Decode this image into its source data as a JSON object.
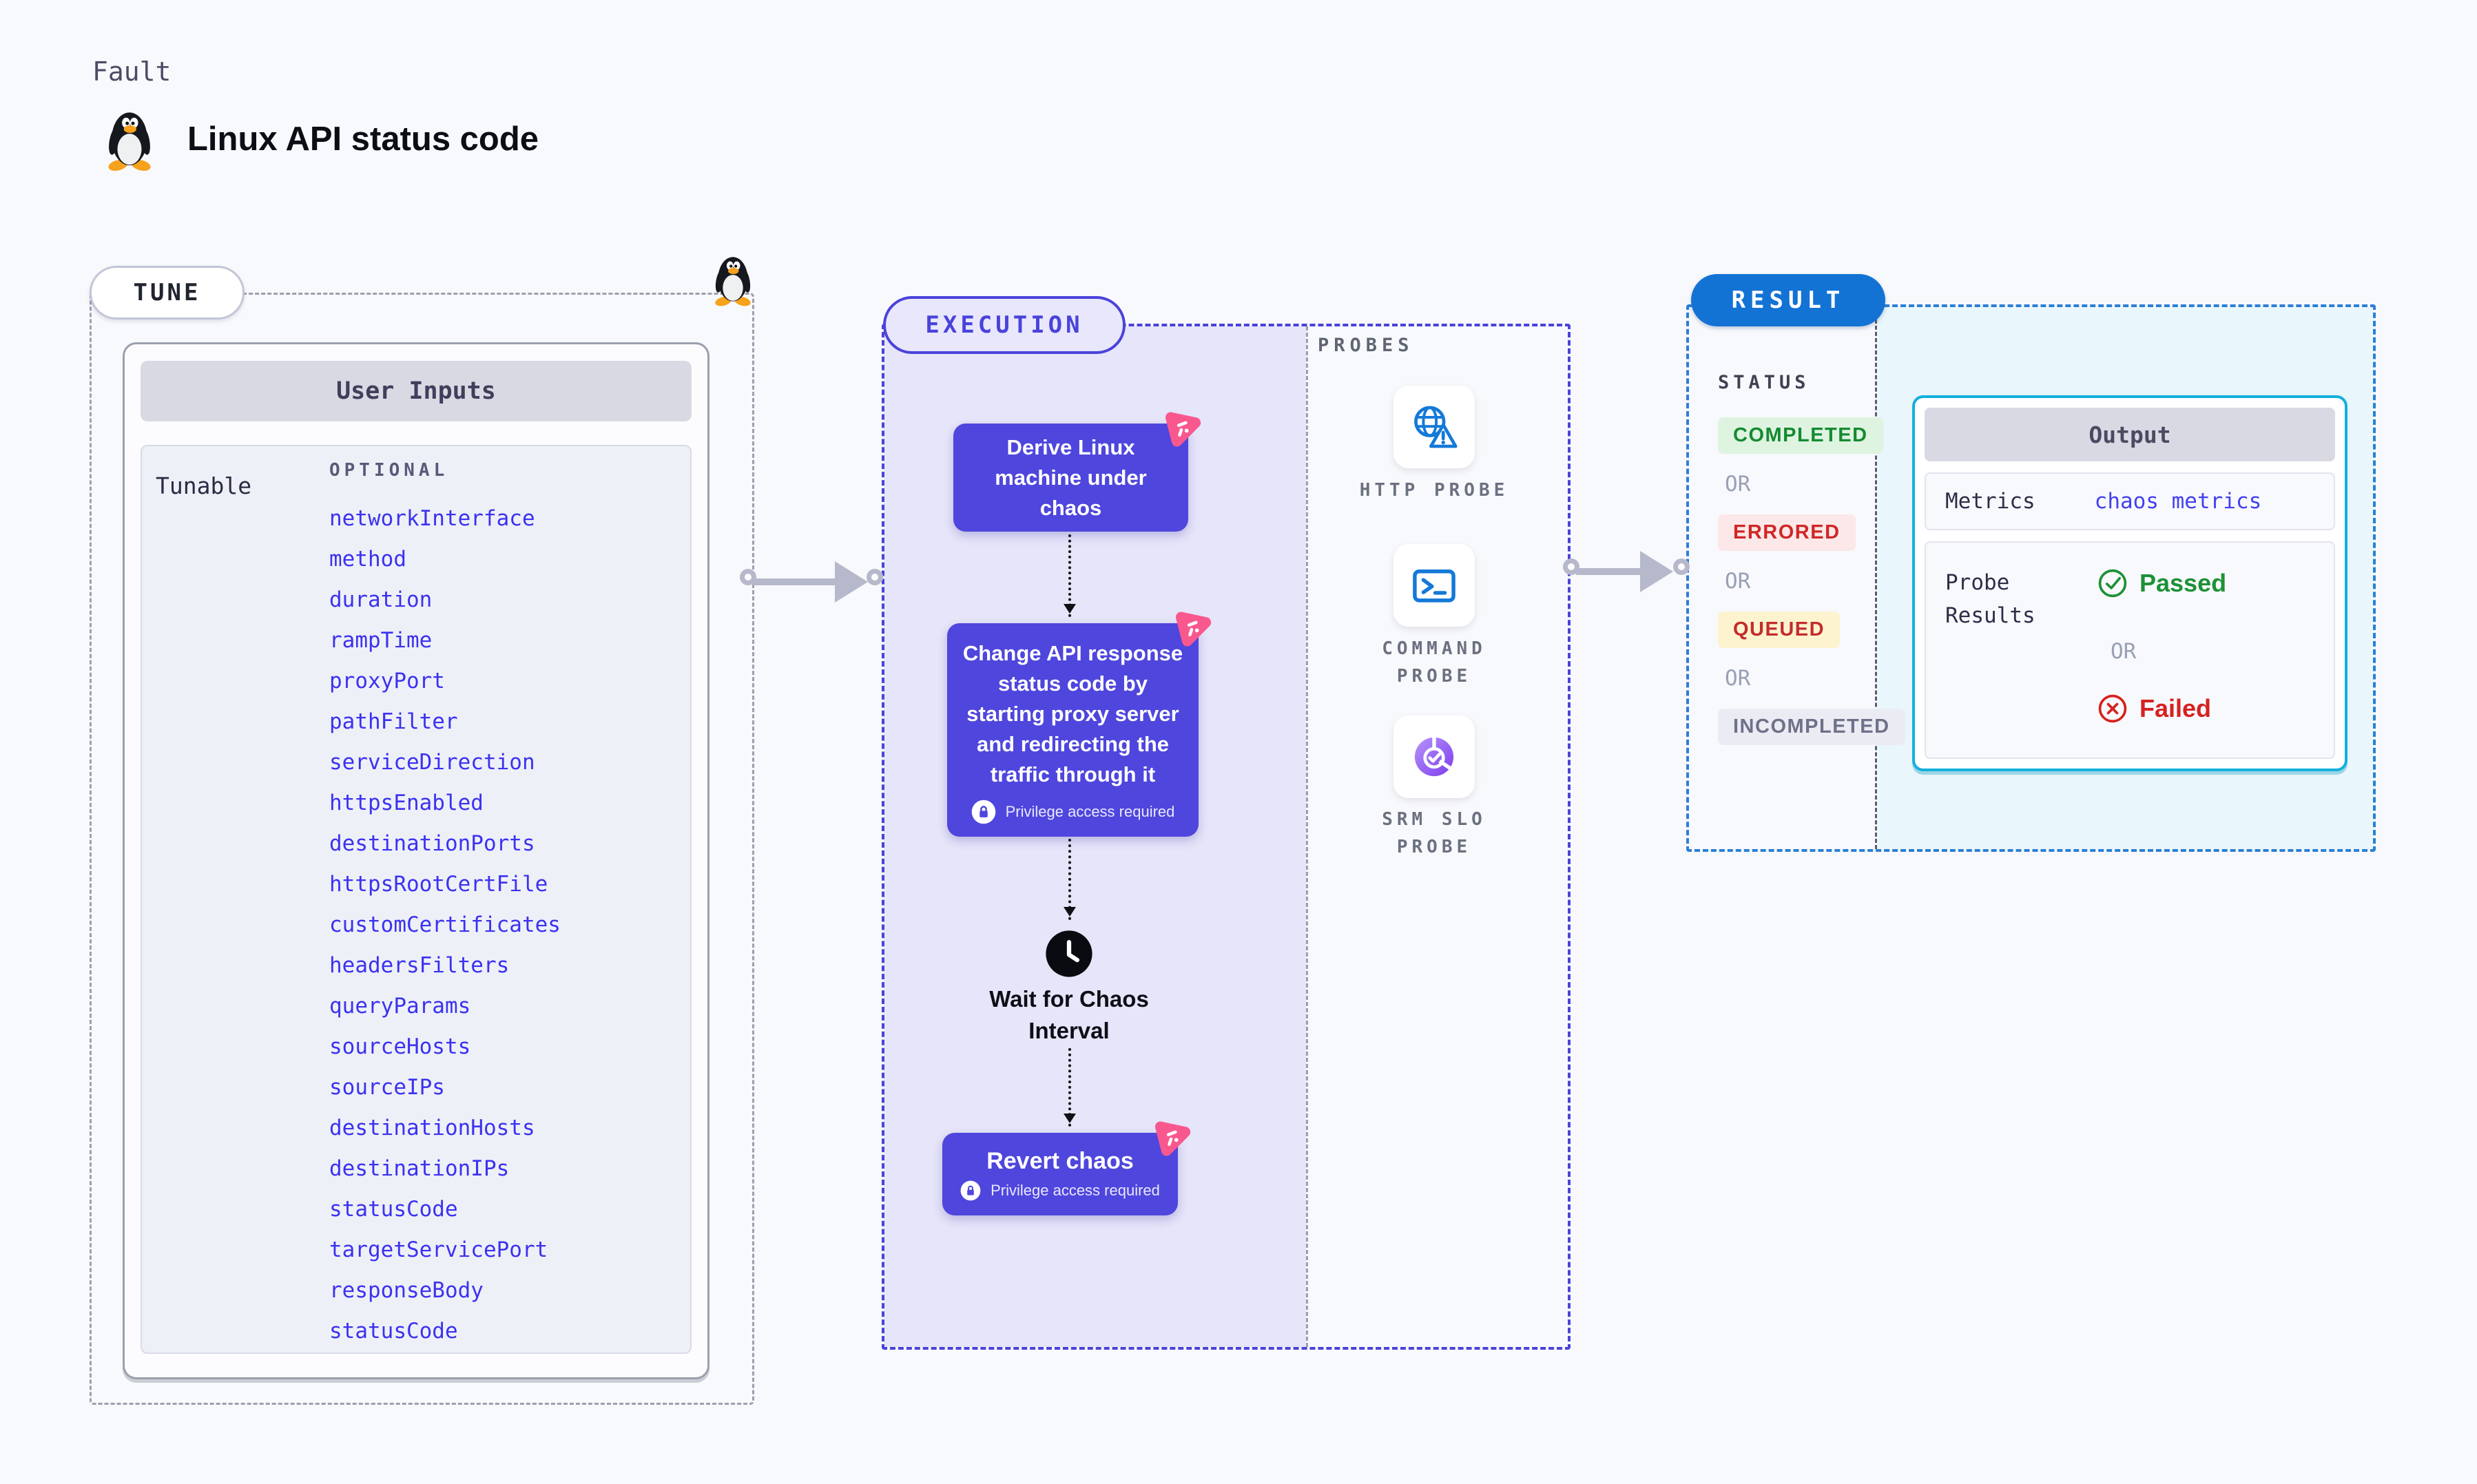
{
  "page": {
    "kicker": "Fault",
    "title": "Linux API status code"
  },
  "tune": {
    "badge": "TUNE",
    "panel_title": "User Inputs",
    "row_label": "Tunable",
    "optional_label": "OPTIONAL",
    "tunables": [
      "networkInterface",
      "method",
      "duration",
      "rampTime",
      "proxyPort",
      "pathFilter",
      "serviceDirection",
      "httpsEnabled",
      "destinationPorts",
      "httpsRootCertFile",
      "customCertificates",
      "headersFilters",
      "queryParams",
      "sourceHosts",
      "sourceIPs",
      "destinationHosts",
      "destinationIPs",
      "statusCode",
      "targetServicePort",
      "responseBody",
      "statusCode"
    ]
  },
  "execution": {
    "badge": "EXECUTION",
    "steps": [
      {
        "text": "Derive Linux machine under chaos"
      },
      {
        "text": "Change API response status code by starting proxy server and redirecting the traffic through it",
        "privilege_label": "Privilege access required"
      },
      {
        "text": "Wait for Chaos Interval"
      },
      {
        "text": "Revert chaos",
        "privilege_label": "Privilege access required"
      }
    ]
  },
  "probes": {
    "label": "PROBES",
    "items": [
      {
        "label": "HTTP PROBE",
        "icon": "globe-alert-icon"
      },
      {
        "label": "COMMAND PROBE",
        "icon": "terminal-icon"
      },
      {
        "label": "SRM SLO PROBE",
        "icon": "slo-gauge-icon"
      }
    ]
  },
  "result": {
    "badge": "RESULT",
    "status_label": "STATUS",
    "or_label": "OR",
    "statuses": [
      {
        "label": "COMPLETED",
        "type": "completed"
      },
      {
        "label": "ERRORED",
        "type": "errored"
      },
      {
        "label": "QUEUED",
        "type": "queued"
      },
      {
        "label": "INCOMPLETED",
        "type": "incompleted"
      }
    ],
    "output": {
      "title": "Output",
      "metrics_label": "Metrics",
      "metrics_value": "chaos metrics",
      "probe_results_label": "Probe Results",
      "passed_label": "Passed",
      "or_label": "OR",
      "failed_label": "Failed"
    }
  },
  "colors": {
    "page_bg": "#f8f9fc",
    "accent_indigo": "#4a43d9",
    "step_box_indigo": "#4f46dd",
    "accent_blue": "#1273d4",
    "accent_cyan": "#13b0dd",
    "accent_pink": "#f9588f",
    "tunable_link_blue": "#3b32f0",
    "probe_icon_blue": "#1479d8",
    "completed_green": "#168a31",
    "errored_red": "#cf2727",
    "queued_red_on_yellow": "#c32d2d",
    "incompleted_gray": "#6e7189",
    "passed_green": "#1d9136",
    "failed_red": "#d6221f"
  }
}
